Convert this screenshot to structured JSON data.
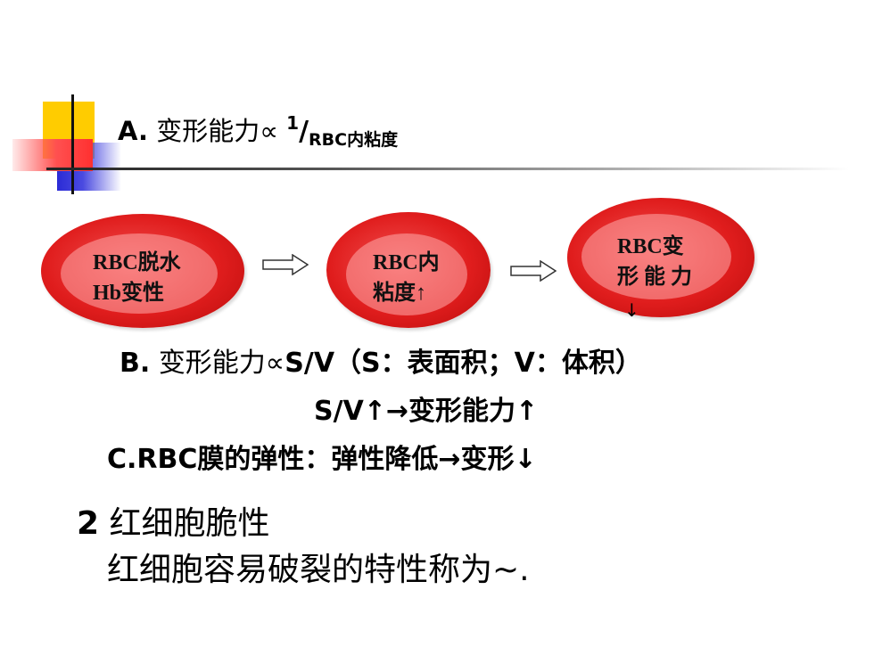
{
  "heading": {
    "prefix": "A.",
    "text": "变形能力∝",
    "numerator": "1",
    "slash": "/",
    "denominator": "RBC内粘度"
  },
  "cells": [
    {
      "label": "RBC脱水\nHb变性"
    },
    {
      "label": "RBC内\n粘度↑"
    },
    {
      "label": "RBC变\n形 能 力"
    }
  ],
  "down_arrow": "↓",
  "lines": {
    "b_prefix": "B.",
    "b_text": "变形能力∝",
    "b_rest": "S/V（S：表面积；V：体积）",
    "sv": "S/V↑→变形能力↑",
    "c": "C.RBC膜的弹性：弹性降低→变形↓",
    "s2_num": "2",
    "s2_title": "红细胞脆性",
    "s2_def": "红细胞容易破裂的特性称为~."
  },
  "colors": {
    "accent_yellow": "#ffcc00",
    "accent_blue": "#2b2bd6",
    "accent_red": "#ff3030",
    "cell_red": "#e01d1d"
  }
}
